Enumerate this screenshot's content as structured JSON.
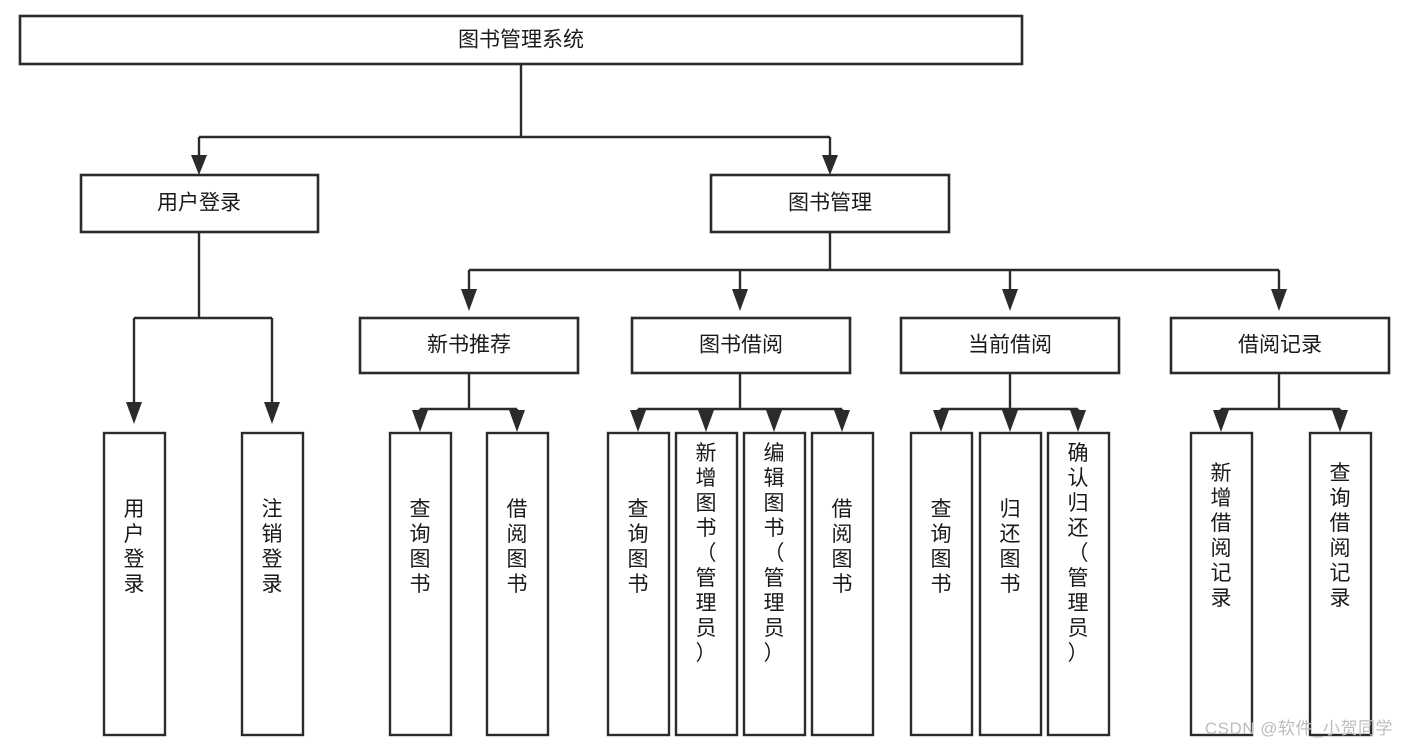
{
  "diagram": {
    "type": "tree-hierarchy",
    "title_node": {
      "id": "root",
      "label": "图书管理系统"
    },
    "level2": [
      {
        "id": "user-login",
        "label": "用户登录"
      },
      {
        "id": "book-manage",
        "label": "图书管理"
      }
    ],
    "level3": [
      {
        "id": "new-book-recommend",
        "label": "新书推荐",
        "parent": "book-manage"
      },
      {
        "id": "book-borrow",
        "label": "图书借阅",
        "parent": "book-manage"
      },
      {
        "id": "current-borrow",
        "label": "当前借阅",
        "parent": "book-manage"
      },
      {
        "id": "borrow-record",
        "label": "借阅记录",
        "parent": "book-manage"
      }
    ],
    "leaves": [
      {
        "id": "leaf-user-login",
        "label": "用户登录",
        "parent": "user-login"
      },
      {
        "id": "leaf-logout",
        "label": "注销登录",
        "parent": "user-login"
      },
      {
        "id": "leaf-query-book-1",
        "label": "查询图书",
        "parent": "new-book-recommend"
      },
      {
        "id": "leaf-borrow-book-1",
        "label": "借阅图书",
        "parent": "new-book-recommend"
      },
      {
        "id": "leaf-query-book-2",
        "label": "查询图书",
        "parent": "book-borrow"
      },
      {
        "id": "leaf-add-book",
        "label": "新增图书（管理员）",
        "parent": "book-borrow"
      },
      {
        "id": "leaf-edit-book",
        "label": "编辑图书（管理员）",
        "parent": "book-borrow"
      },
      {
        "id": "leaf-borrow-book-2",
        "label": "借阅图书",
        "parent": "book-borrow"
      },
      {
        "id": "leaf-query-book-3",
        "label": "查询图书",
        "parent": "current-borrow"
      },
      {
        "id": "leaf-return-book",
        "label": "归还图书",
        "parent": "current-borrow"
      },
      {
        "id": "leaf-confirm-return",
        "label": "确认归还（管理员）",
        "parent": "current-borrow"
      },
      {
        "id": "leaf-add-record",
        "label": "新增借阅记录",
        "parent": "borrow-record"
      },
      {
        "id": "leaf-query-record",
        "label": "查询借阅记录",
        "parent": "borrow-record"
      }
    ],
    "colors": {
      "stroke": "#2b2b2b",
      "fill": "#ffffff",
      "text": "#1a1a1a",
      "watermark": "#bdbdbd"
    }
  },
  "watermark": {
    "text": "CSDN @软件_小贺同学"
  }
}
